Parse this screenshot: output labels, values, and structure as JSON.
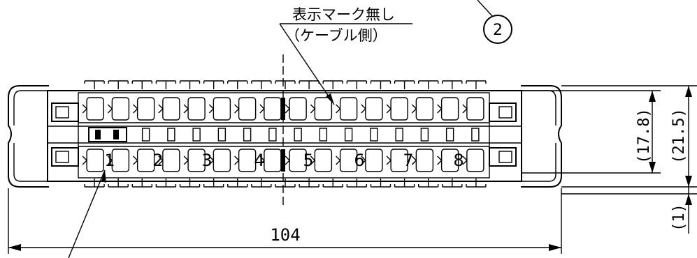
{
  "callouts": {
    "marking_line1": "表示マーク無し",
    "marking_line2": "（ケーブル側）",
    "part_number": "2"
  },
  "pair_numbers": [
    "1",
    "2",
    "3",
    "4",
    "5",
    "6",
    "7",
    "8"
  ],
  "dimensions": {
    "overall_length": "104",
    "height_inner": "(17.8)",
    "height_outer": "(21.5)",
    "offset": "(1)"
  }
}
